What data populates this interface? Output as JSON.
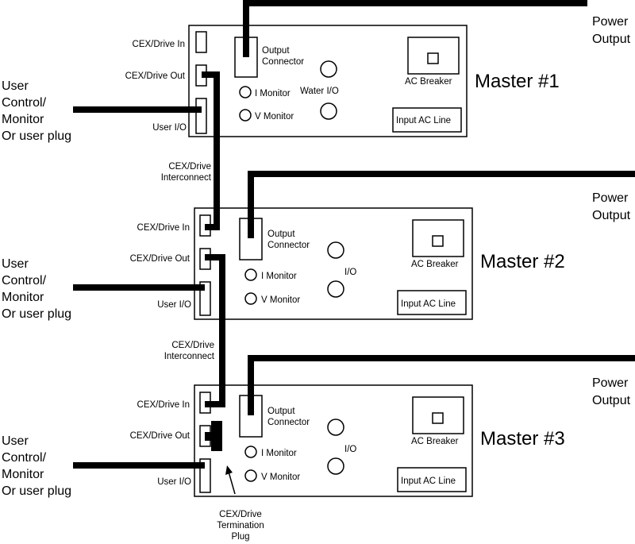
{
  "masters": [
    {
      "name": "Master #1",
      "cex_in": "CEX/Drive In",
      "cex_out": "CEX/Drive Out",
      "user_io": "User I/O",
      "output_connector": [
        "Output",
        "Connector"
      ],
      "i_monitor": "I Monitor",
      "v_monitor": "V Monitor",
      "io": "Water I/O",
      "ac_breaker": "AC Breaker",
      "input_ac": "Input AC Line"
    },
    {
      "name": "Master #2",
      "cex_in": "CEX/Drive In",
      "cex_out": "CEX/Drive Out",
      "user_io": "User I/O",
      "output_connector": [
        "Output",
        "Connector"
      ],
      "i_monitor": "I Monitor",
      "v_monitor": "V Monitor",
      "io": "I/O",
      "ac_breaker": "AC Breaker",
      "input_ac": "Input AC Line"
    },
    {
      "name": "Master #3",
      "cex_in": "CEX/Drive In",
      "cex_out": "CEX/Drive Out",
      "user_io": "User I/O",
      "output_connector": [
        "Output",
        "Connector"
      ],
      "i_monitor": "I Monitor",
      "v_monitor": "V Monitor",
      "io": "I/O",
      "ac_breaker": "AC Breaker",
      "input_ac": "Input AC Line"
    }
  ],
  "power_output": [
    "Power",
    "Output"
  ],
  "user_control": [
    "User",
    "Control/",
    "Monitor",
    "Or user plug"
  ],
  "interconnect": [
    "CEX/Drive",
    "Interconnect"
  ],
  "termination": [
    "CEX/Drive",
    "Termination",
    "Plug"
  ]
}
